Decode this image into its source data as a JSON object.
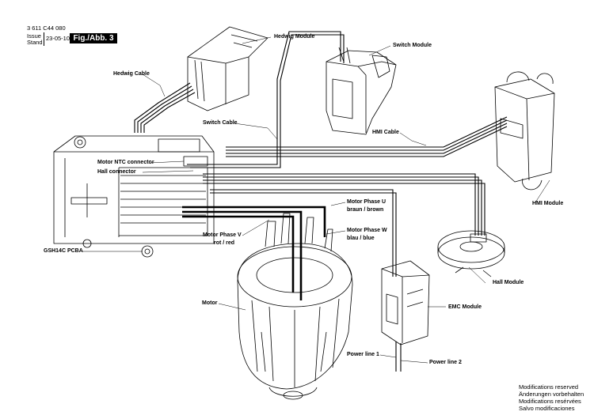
{
  "header": {
    "part_number": "3 611 C44 080",
    "issue_label": "Issue",
    "stand_label": "Stand",
    "date": "23-05-10",
    "figure": "Fig./Abb. 3"
  },
  "labels": {
    "hedwig_module": "Hedwig Module",
    "switch_module": "Switch Module",
    "hedwig_cable": "Hedwig Cable",
    "switch_cable": "Switch Cable",
    "hmi_cable": "HMI Cable",
    "motor_ntc_connector": "Motor NTC connector",
    "hall_connector": "Hall connector",
    "motor_phase_u_line1": "Motor Phase U",
    "motor_phase_u_line2": "braun / brown",
    "hmi_module": "HMI Module",
    "motor_phase_v_line1": "Motor Phase V",
    "motor_phase_v_line2": "rot / red",
    "motor_phase_w_line1": "Motor Phase W",
    "motor_phase_w_line2": "blau / blue",
    "pcba": "GSH14C PCBA",
    "hall_module": "Hall Module",
    "motor": "Motor",
    "emc_module": "EMC Module",
    "power_line_1": "Power line 1",
    "power_line_2": "Power line 2"
  },
  "footer": {
    "line1": "Modifications reserved",
    "line2": "Änderungen vorbehalten",
    "line3": "Modifications resérvées",
    "line4": "Salvo modificaciones"
  }
}
